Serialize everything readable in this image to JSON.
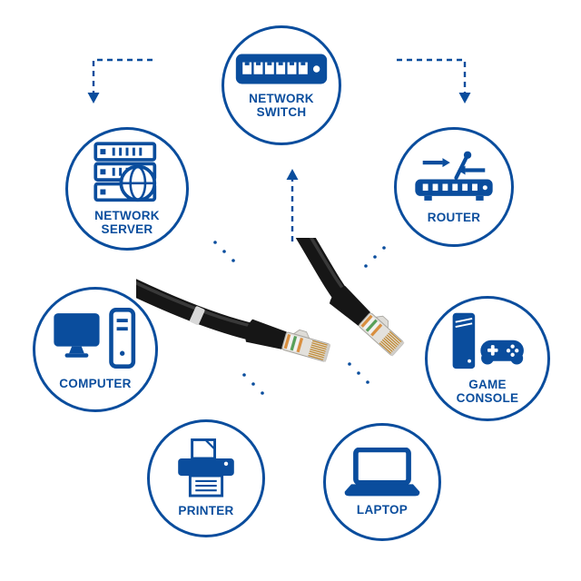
{
  "colors": {
    "primary": "#0a4d9d",
    "cable": "#161616"
  },
  "nodes": [
    {
      "id": "network-switch",
      "label": "NETWORK SWITCH",
      "icon": "switch-icon"
    },
    {
      "id": "network-server",
      "label": "NETWORK SERVER",
      "icon": "server-icon"
    },
    {
      "id": "router",
      "label": "ROUTER",
      "icon": "router-icon"
    },
    {
      "id": "computer",
      "label": "COMPUTER",
      "icon": "computer-icon"
    },
    {
      "id": "game-console",
      "label": "GAME CONSOLE",
      "icon": "gamepad-icon"
    },
    {
      "id": "printer",
      "label": "PRINTER",
      "icon": "printer-icon"
    },
    {
      "id": "laptop",
      "label": "LAPTOP",
      "icon": "laptop-icon"
    }
  ],
  "center_image": {
    "id": "ethernet-cable",
    "description_icon": "ethernet-cable-image"
  }
}
